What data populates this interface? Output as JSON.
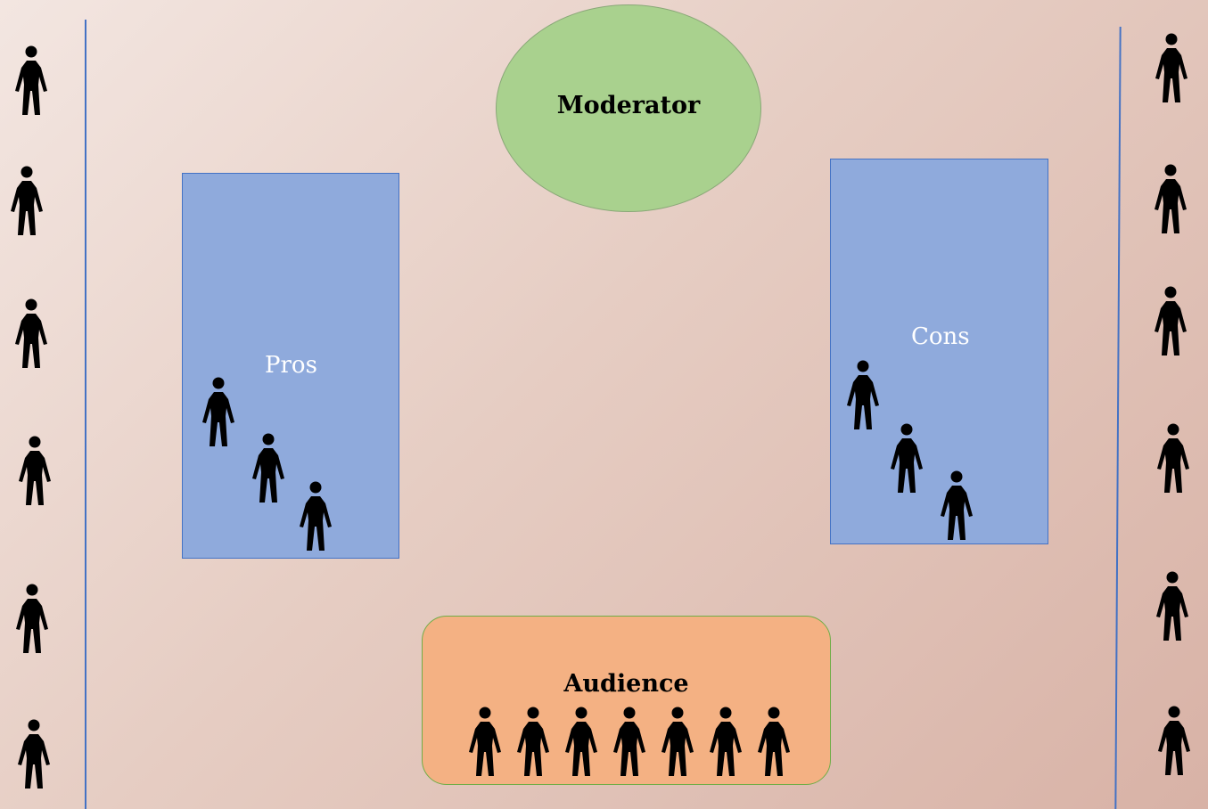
{
  "moderator": {
    "label": "Moderator"
  },
  "pros": {
    "label": "Pros"
  },
  "cons": {
    "label": "Cons"
  },
  "audience": {
    "label": "Audience"
  },
  "colors": {
    "moderator_fill": "#a9d18e",
    "team_fill": "#8faadc",
    "audience_fill": "#f4b183",
    "divider": "#4472c4"
  },
  "icons": {
    "person": "person-icon"
  }
}
